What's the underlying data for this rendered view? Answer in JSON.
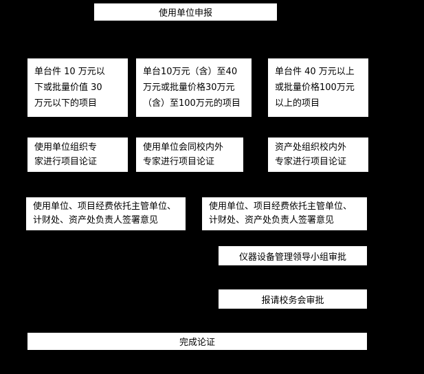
{
  "colors": {
    "background": "#000000",
    "box_fill": "#ffffff",
    "box_text": "#000000"
  },
  "flowchart": {
    "start": "使用单位申报",
    "categories": [
      "单台件 10 万元以\n下或批量价值 30\n万元以下的项目",
      "单台10万元（含）至40\n万元或批量价格30万元\n（含）至100万元的项目",
      "单台件 40 万元以上\n或批量价格100万元\n以上的项目"
    ],
    "review": [
      "使用单位组织专\n家进行项目论证",
      "使用单位会同校内外\n专家进行项目论证",
      "资产处组织校内外\n专家进行项目论证"
    ],
    "sign_off": [
      "使用单位、项目经费依托主管单位、\n计财处、资产处负责人签署意见",
      "使用单位、项目经费依托主管单位、\n计财处、资产处负责人签署意见"
    ],
    "leader_group_approval": "仪器设备管理领导小组审批",
    "school_council_approval": "报请校务会审批",
    "finish": "完成论证"
  }
}
